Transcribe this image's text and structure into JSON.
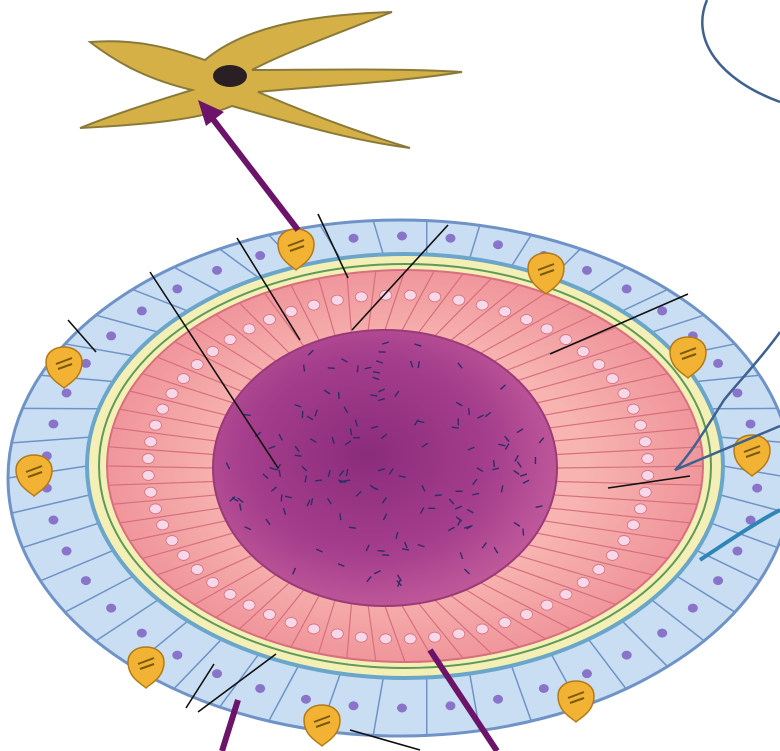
{
  "figure": {
    "kind": "histology-illustration",
    "subject_icons": [
      "stellate-cell-icon",
      "follicle-cross-section",
      "speech-callout"
    ],
    "colors": {
      "outer_cell_fill": "#c9def3",
      "outer_cell_stroke": "#6f93c6",
      "outer_nucleus": "#8a74c9",
      "basement_layer": "#f4efb4",
      "inner_cell_fill": "#f3a6a4",
      "inner_cell_stroke": "#d76f80",
      "inner_nucleus": "#f6d8e8",
      "lumen": "#b3428e",
      "lumen_hairs": "#2e2c6a",
      "yellow_cell": "#f2b233",
      "stellate_cell": "#d4b046",
      "arrow": "#6b1469",
      "callout_stroke": "#3f6190",
      "leader_line": "#111111"
    }
  }
}
